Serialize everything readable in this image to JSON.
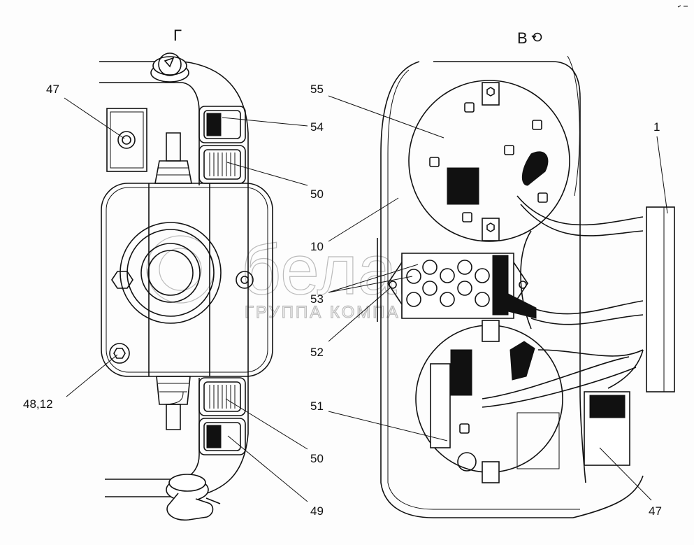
{
  "views": {
    "left": "Г",
    "right": "В"
  },
  "watermark": {
    "brand": "белавто",
    "tagline": "ГРУППА КОМПАНИЙ"
  },
  "callouts_left": [
    "47",
    "54",
    "50",
    "48,12",
    "50",
    "49"
  ],
  "callouts_right": [
    "55",
    "10",
    "53",
    "52",
    "51",
    "1",
    "47"
  ],
  "colors": {
    "line": "#111111",
    "background": "#fdfdfd",
    "watermark": "#bbbbbb"
  }
}
